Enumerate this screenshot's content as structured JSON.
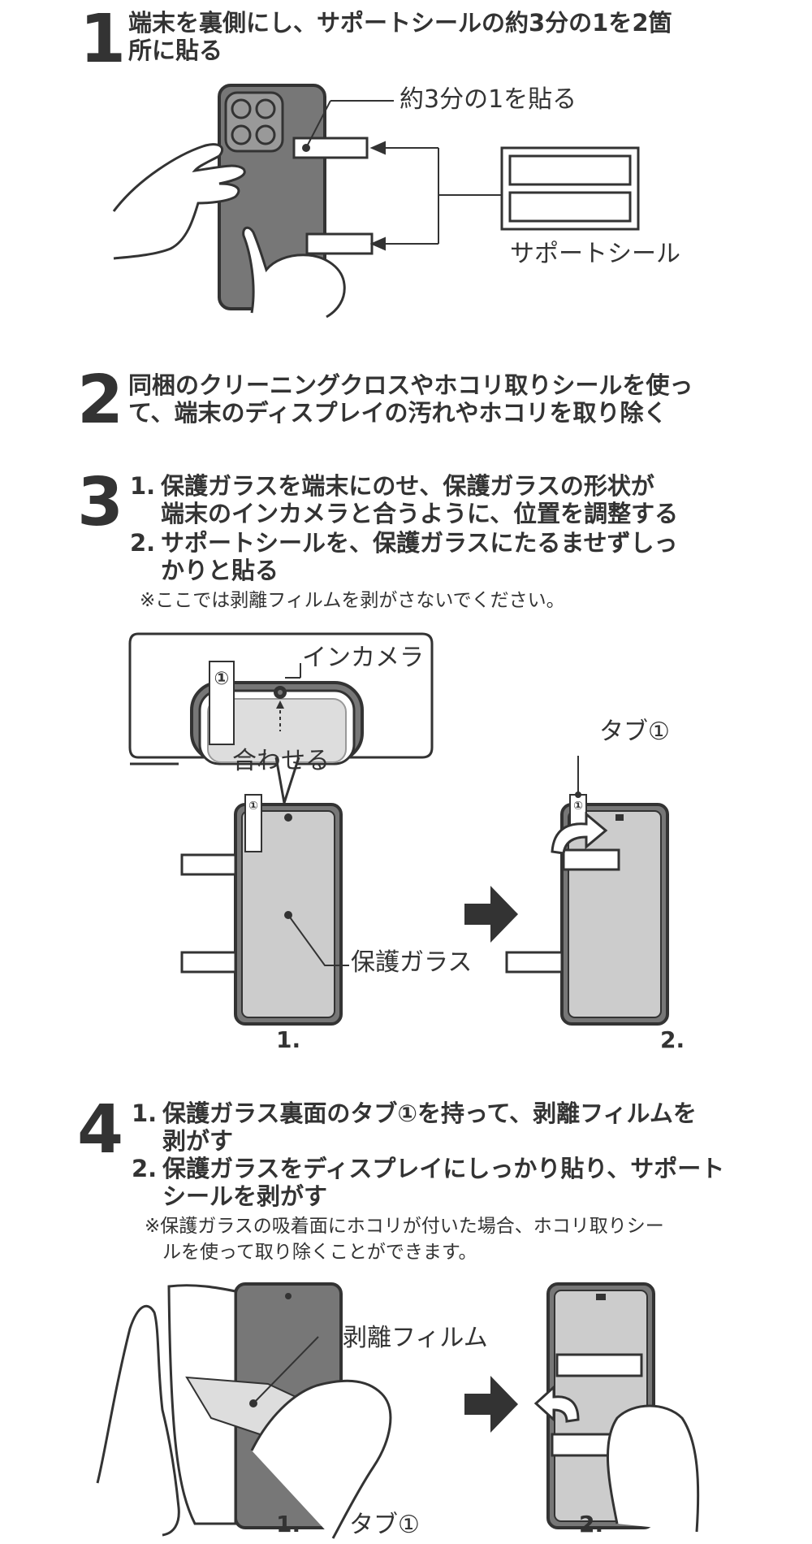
{
  "colors": {
    "ink": "#333333",
    "device_gray": "#777777",
    "glass_gray": "#cccccc",
    "white": "#ffffff"
  },
  "step1": {
    "number": "1",
    "heading_lines": [
      "端末を裏側にし、サポートシールの約3分の1を2箇",
      "所に貼る"
    ],
    "label_one_third": "約3分の1を貼る",
    "label_support_seal": "サポートシール"
  },
  "step2": {
    "number": "2",
    "heading_lines": [
      "同梱のクリーニングクロスやホコリ取りシールを使っ",
      "て、端末のディスプレイの汚れやホコリを取り除く"
    ]
  },
  "step3": {
    "number": "3",
    "items": [
      {
        "marker": "1.",
        "lines": [
          "保護ガラスを端末にのせ、保護ガラスの形状が",
          "端末のインカメラと合うように、位置を調整する"
        ]
      },
      {
        "marker": "2.",
        "lines": [
          "サポートシールを、保護ガラスにたるませずしっ",
          "かりと貼る"
        ]
      }
    ],
    "note": "※ここでは剥離フィルムを剥がさないでください。",
    "label_in_camera": "インカメラ",
    "label_align": "合わせる",
    "label_glass": "保護ガラス",
    "label_tab": "タブ①",
    "tab_mark": "①",
    "sub1": "1.",
    "sub2": "2."
  },
  "step4": {
    "number": "4",
    "items": [
      {
        "marker": "1.",
        "lines": [
          "保護ガラス裏面のタブ①を持って、剥離フィルムを",
          "剥がす"
        ]
      },
      {
        "marker": "2.",
        "lines": [
          "保護ガラスをディスプレイにしっかり貼り、サポート",
          "シールを剥がす"
        ]
      }
    ],
    "note_lines": [
      "※保護ガラスの吸着面にホコリが付いた場合、ホコリ取りシー",
      "ルを使って取り除くことができます。"
    ],
    "label_film": "剥離フィルム",
    "label_tab": "タブ①",
    "sub1": "1.",
    "sub2": "2."
  }
}
